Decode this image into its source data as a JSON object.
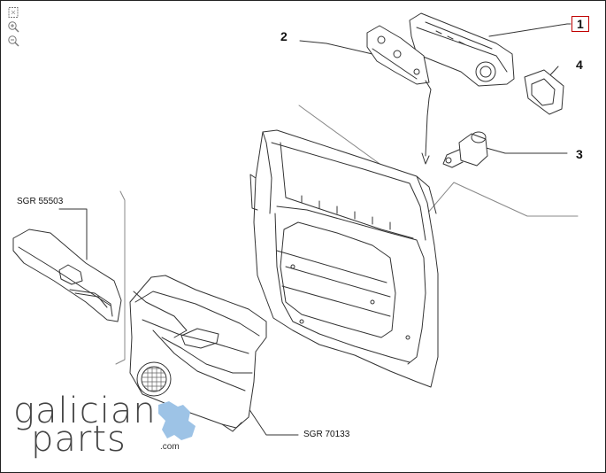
{
  "toolbar": {
    "icons": [
      "fit-page-icon",
      "zoom-in-icon",
      "zoom-out-icon"
    ]
  },
  "callouts": {
    "c1": "1",
    "c2": "2",
    "c3": "3",
    "c4": "4"
  },
  "references": {
    "upper_trim": "SGR 55503",
    "door_panel": "SGR 70133"
  },
  "brand": {
    "line1": "galician",
    "line2": "parts",
    "tld": ".com"
  },
  "colors": {
    "highlight_box": "#c00000",
    "line_art": "#333333",
    "brand_blue": "#9dc3e6"
  }
}
